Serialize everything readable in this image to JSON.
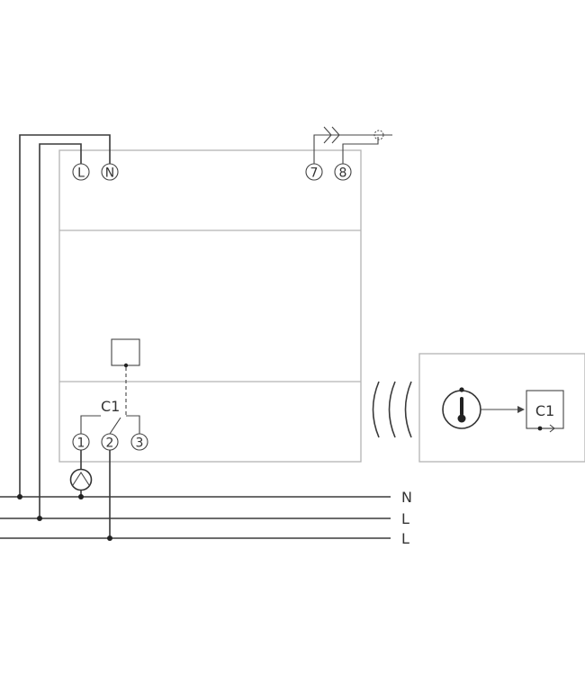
{
  "main_unit": {
    "terminals_top_left": [
      "L",
      "N"
    ],
    "terminals_top_right": [
      "7",
      "8"
    ],
    "contact_label": "C1",
    "terminals_bottom": [
      "1",
      "2",
      "3"
    ]
  },
  "remote_unit": {
    "contact_label": "C1",
    "thermostat_icon": "thermometer-icon"
  },
  "lines": [
    "N",
    "L",
    "L"
  ],
  "colors": {
    "wire": "#3a3a3a",
    "box": "#b4b4b4"
  }
}
